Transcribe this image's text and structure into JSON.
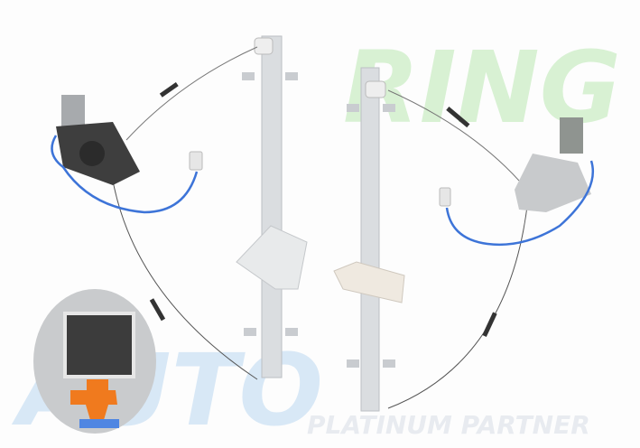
{
  "watermark": {
    "brand_part1": "AUTO",
    "brand_part2": "RING",
    "tagline": "PLATINUM PARTNER",
    "colors": {
      "auto": "#cfe3f5",
      "ring": "#cdeec8",
      "tagline": "#e4e8ee"
    }
  },
  "product": {
    "items": [
      "window-regulator-left",
      "window-regulator-right",
      "connector-inset"
    ],
    "colors": {
      "rail": "#d9dcdf",
      "motor_dark": "#3a3a3a",
      "motor_light": "#c9cbcd",
      "wire": "#3d74d8",
      "connector_clip": "#f07a1e"
    }
  }
}
